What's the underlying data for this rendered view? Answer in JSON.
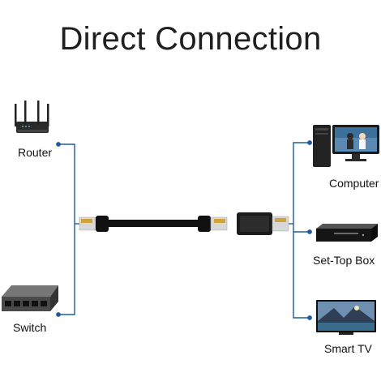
{
  "title": "Direct Connection",
  "left_devices": [
    {
      "label": "Router",
      "icon": "router-icon"
    },
    {
      "label": "Switch",
      "icon": "switch-icon"
    }
  ],
  "right_devices": [
    {
      "label": "Computer",
      "icon": "computer-icon"
    },
    {
      "label": "Set-Top Box",
      "icon": "set-top-box-icon"
    },
    {
      "label": "Smart TV",
      "icon": "smart-tv-icon"
    }
  ],
  "colors": {
    "connector_line": "#1e5aa0",
    "cable": "#111111",
    "plug": "#d8d8d8",
    "contacts": "#d1a33a"
  }
}
